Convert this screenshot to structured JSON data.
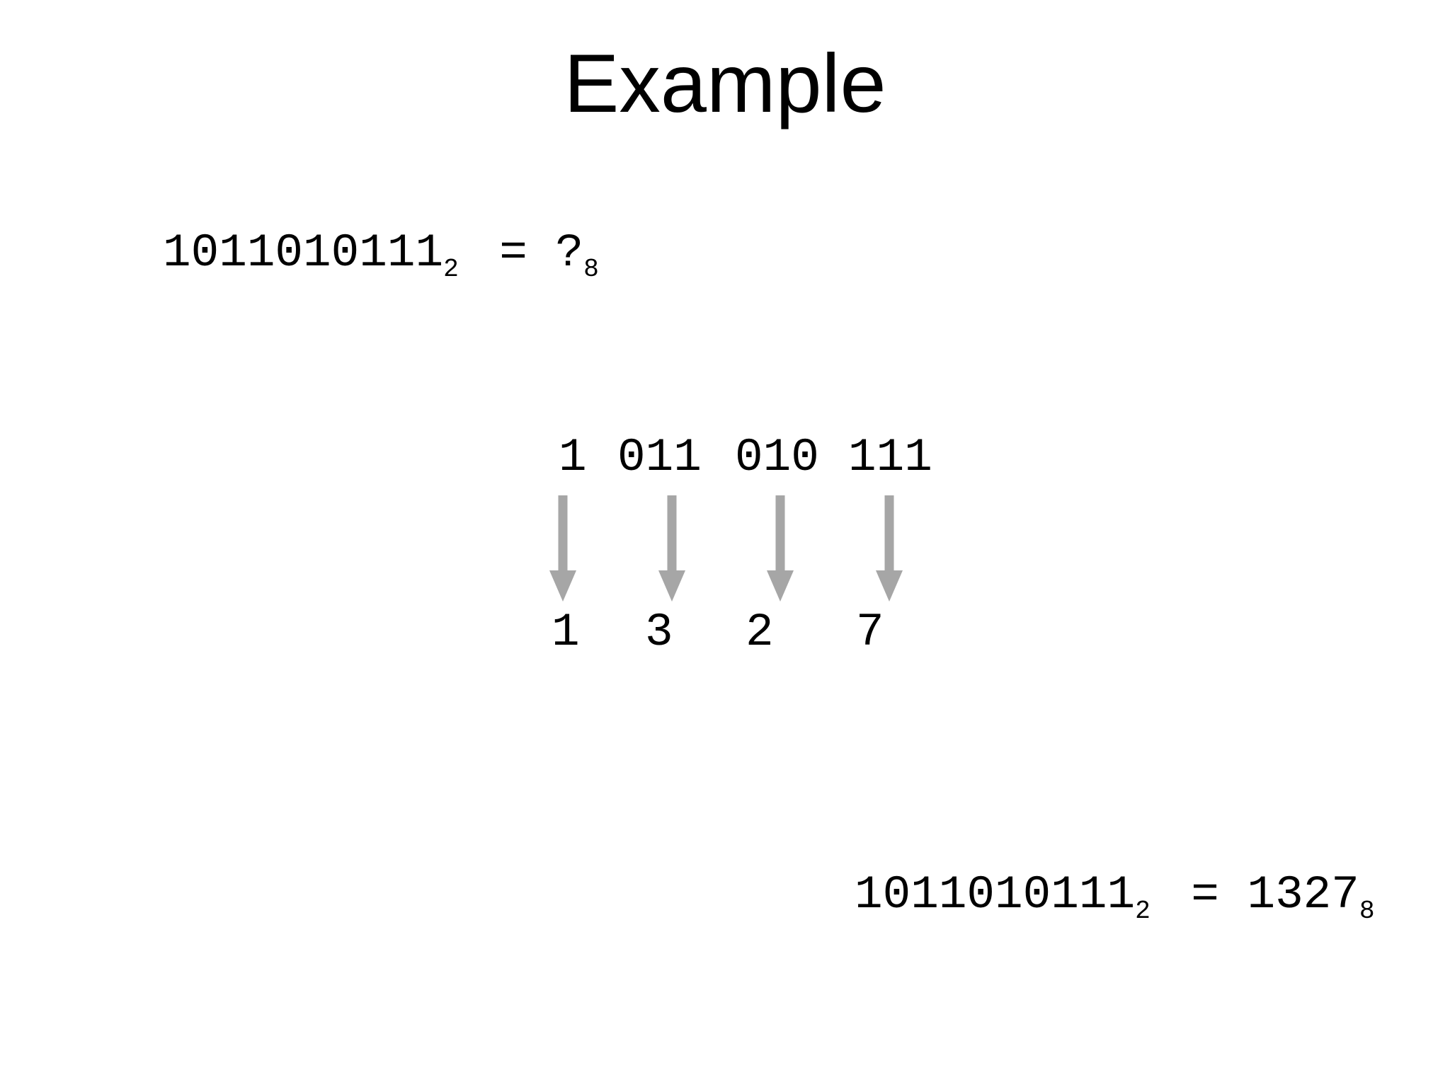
{
  "slide": {
    "title": "Example",
    "problem": {
      "binary": "1011010111",
      "binary_base": "2",
      "equals_spaced": " = ",
      "unknown": "?",
      "octal_base": "8"
    },
    "regrouping": {
      "groups": [
        "1",
        "011",
        "010",
        "111"
      ],
      "octal_digits": [
        "1",
        "3",
        "2",
        "7"
      ],
      "arrow_icons": [
        "down-arrow",
        "down-arrow",
        "down-arrow",
        "down-arrow"
      ]
    },
    "solution": {
      "binary": "1011010111",
      "binary_base": "2",
      "equals_spaced": " = ",
      "octal": "1327",
      "octal_base": "8"
    },
    "colors": {
      "background": "#ffffff",
      "text": "#000000",
      "arrow": "#a6a6a6"
    }
  }
}
